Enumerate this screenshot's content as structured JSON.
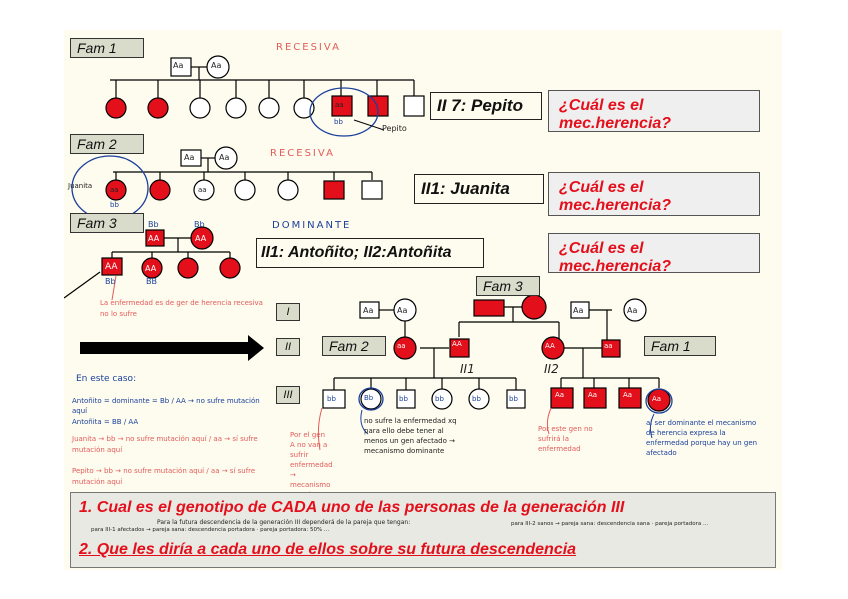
{
  "families": {
    "fam1_label": "Fam 1",
    "fam2_label": "Fam 2",
    "fam3_label": "Fam 3",
    "fam3_label_b": "Fam 3",
    "fam2_label_b": "Fam 2",
    "fam1_label_b": "Fam 1"
  },
  "annotations": {
    "recesiva_1": "RECESIVA",
    "recesiva_2": "RECESIVA",
    "dominante": "DOMINANTE",
    "pepito_note": "Pepito",
    "juanita_note": "Juanita",
    "fam3_note": "La enfermedad es de ger de herencia recesiva no lo sufre"
  },
  "titles": {
    "pepito": "II 7: Pepito",
    "juanita": "II1: Juanita",
    "antonitos": "II1: Antoñito; II2:Antoñita"
  },
  "questions": {
    "q1": "¿Cuál es el mec.herencia?",
    "q2": "¿Cuál es el mec.herencia?",
    "q3": "¿Cuál es el mec.herencia?"
  },
  "generations": {
    "g1": "I",
    "g2": "II",
    "g3": "III"
  },
  "branch_labels": {
    "ii1": "II1",
    "ii2": "II2"
  },
  "genotypes": {
    "AA": "AA",
    "Aa": "Aa",
    "aa": "aa",
    "BB": "BB",
    "Bb": "Bb",
    "bb": "bb"
  },
  "notes": {
    "en_este_caso": "En este caso:",
    "antonito": "Antoñito = dominante = Bb / AA → no sufre mutación aquí",
    "antonita": "Antoñita = BB / AA",
    "juanita": "Juanita → bb → no sufre mutación aquí / aa → sí sufre mutación aquí",
    "pepito": "Pepito → bb → no sufre mutación aquí / aa → sí sufre mutación aquí",
    "gen3_left": "Por el gen A no van a sufrir enfermedad → mecanismo recesivo",
    "gen3_mid": "no sufre la enfermedad xq para ello debe tener al menos un gen afectado → mecanismo dominante",
    "gen3_right": "Por este gen no sufrirá la enfermedad",
    "gen3_far": "al ser dominante el mecanismo de herencia expresa la enfermedad porque hay un gen afectado"
  },
  "bottom": {
    "q1": "1.  Cual es el genotipo de CADA uno de las personas de la generación III",
    "q2": "2.  Que les diría a cada uno de ellos sobre su futura descendencia",
    "scribble_1": "Para la futura descendencia de la generación III dependerá de la pareja que tengan:",
    "scribble_2": "para III-1 afectados → pareja sana: descendencia portadora · pareja portadora: 50% ...",
    "scribble_3": "para III-2 sanos → pareja sana: descendencia sana · pareja portadora ..."
  },
  "colors": {
    "affected": "#e3101c",
    "question_text": "#e3101c",
    "ink_blue": "#1b3f9c",
    "ink_red": "#e45b5b",
    "label_bg": "#d9dccb"
  }
}
